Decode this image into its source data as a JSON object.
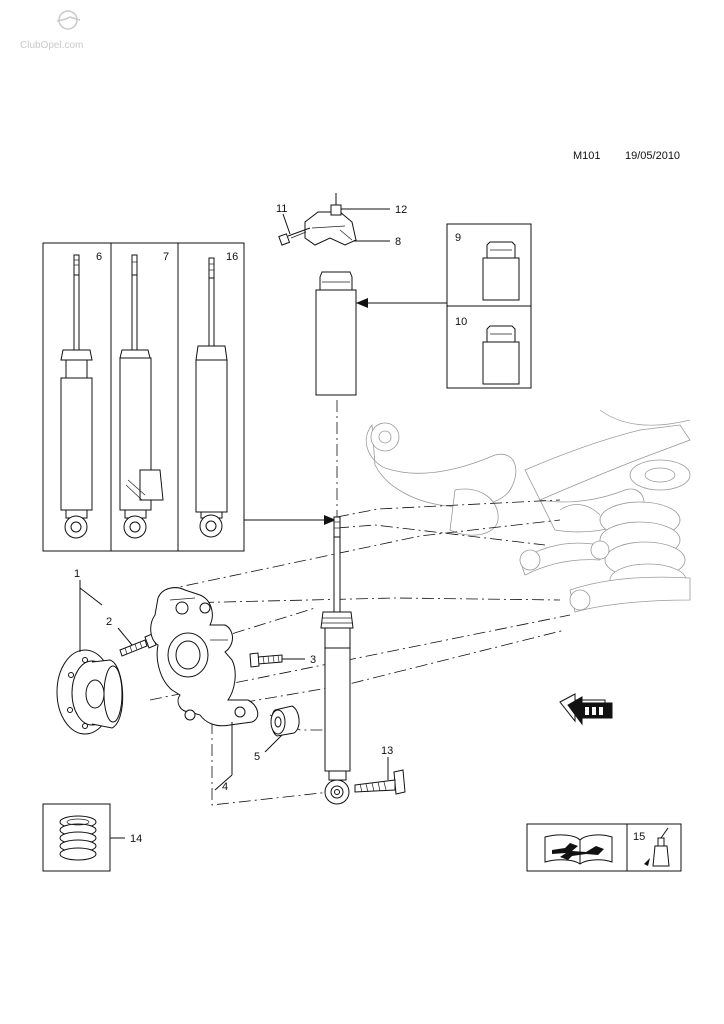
{
  "watermark": "ClubOpel.com",
  "header": {
    "code": "M101",
    "date": "19/05/2010"
  },
  "callouts": {
    "n1": "1",
    "n2": "2",
    "n3": "3",
    "n4": "4",
    "n5": "5",
    "n6": "6",
    "n7": "7",
    "n8": "8",
    "n9": "9",
    "n10": "10",
    "n11": "11",
    "n12": "12",
    "n13": "13",
    "n14": "14",
    "n15": "15",
    "n16": "16"
  },
  "icons": {
    "logo": "opel-logo-icon",
    "direction": "front-direction-arrow-icon",
    "manual": "service-manual-icon",
    "lubricant": "lubricant-bottle-icon"
  },
  "colors": {
    "line": "#111111",
    "ghost": "#999999",
    "watermark": "#c9c9c9"
  }
}
